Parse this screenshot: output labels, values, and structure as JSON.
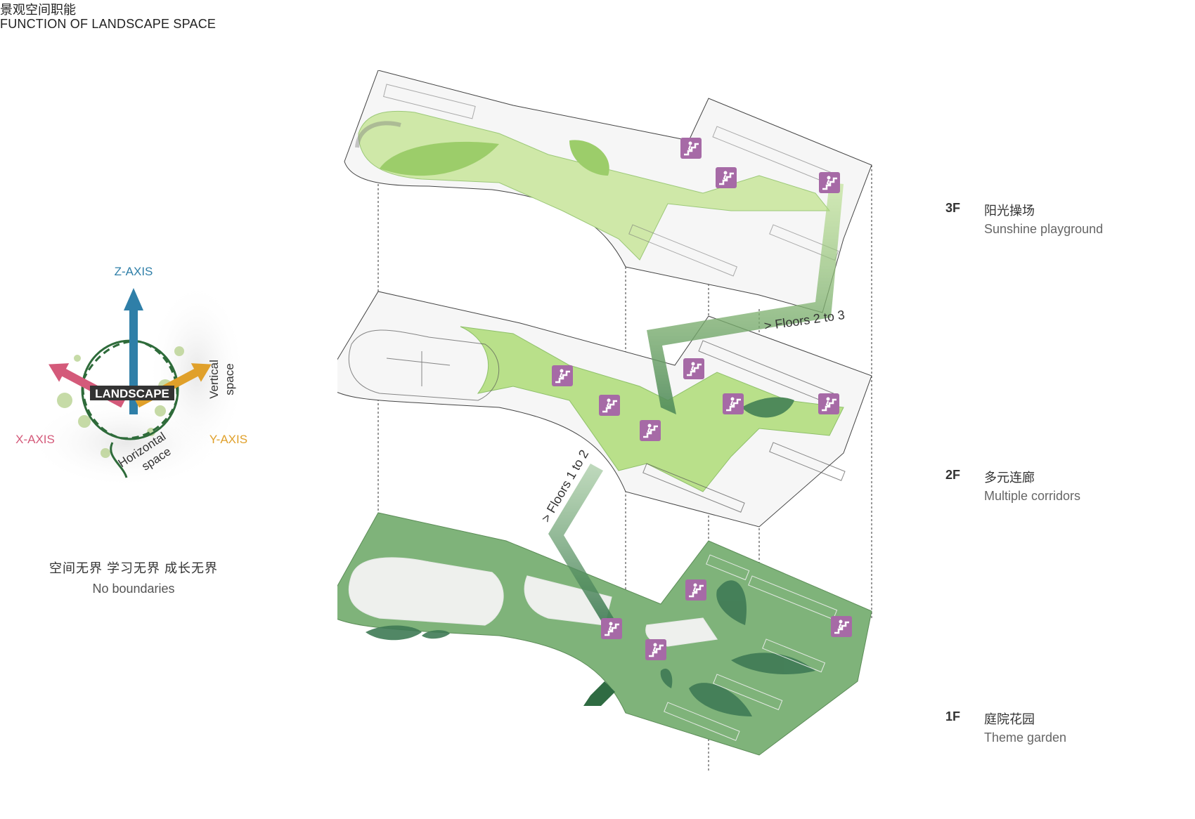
{
  "header": {
    "title_cn": "景观空间职能",
    "title_en": "FUNCTION OF LANDSCAPE SPACE"
  },
  "axis_diagram": {
    "z_axis": "Z-AXIS",
    "x_axis": "X-AXIS",
    "y_axis": "Y-AXIS",
    "center": "LANDSCAPE",
    "vertical": [
      "Vertical",
      "space"
    ],
    "horizontal": [
      "Horizontal",
      "space"
    ],
    "colors": {
      "z": "#2f7fa8",
      "x": "#d45a7a",
      "y": "#e0a02a",
      "vine": "#2e6b3a"
    }
  },
  "slogan": {
    "cn": "空间无界 学习无界 成长无界",
    "en": "No boundaries"
  },
  "connections": {
    "floors_1_2": "> Floors 1 to 2",
    "floors_2_3": "> Floors 2 to 3"
  },
  "floors": [
    {
      "code": "3F",
      "cn": "阳光操场",
      "en": "Sunshine playground",
      "color": "#cfe8a8"
    },
    {
      "code": "2F",
      "cn": "多元连廊",
      "en": "Multiple corridors",
      "color": "#b9e08a"
    },
    {
      "code": "1F",
      "cn": "庭院花园",
      "en": "Theme garden",
      "color": "#7fb37a"
    }
  ],
  "icons": {
    "stair": "stair-icon",
    "stair_color": "#a66aa6"
  }
}
